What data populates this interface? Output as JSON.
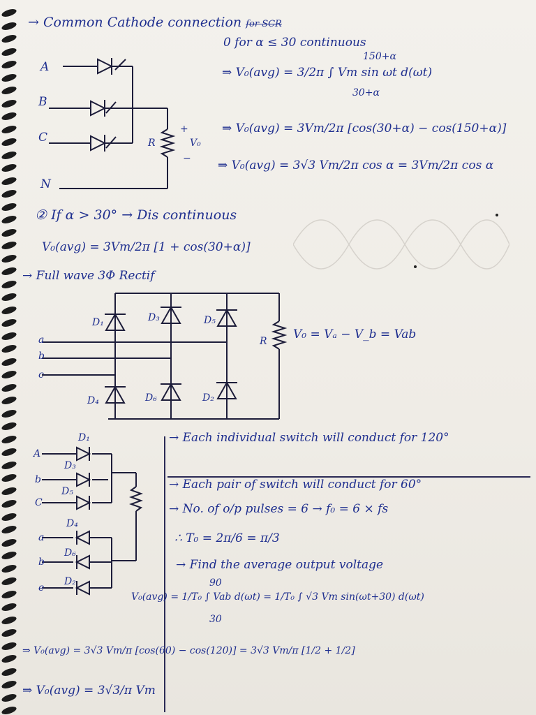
{
  "page": {
    "title": "Common Cathode connection",
    "struck_text": "for SCR",
    "ink_color": "#1f2f8f",
    "paper_color": "#f1efe9"
  },
  "section1": {
    "subtitle": "0 for α ≤ 30 continuous",
    "upper_limit": "150+α",
    "lower_limit": "30+α",
    "eq1": "⇒ V₀(avg) = 3/2π ∫ Vm sin ωt d(ωt)",
    "eq2": "⇒ V₀(avg) = 3Vm/2π [cos(30+α) − cos(150+α)]",
    "eq3": "⇒ V₀(avg) = 3√3 Vm/2π cos α = 3Vm/2π cos α",
    "labels": [
      "A",
      "B",
      "C",
      "N",
      "R",
      "+",
      "V₀",
      "−"
    ]
  },
  "section2": {
    "condition": "② If α > 30° → Dis continuous",
    "eq": "V₀(avg) = 3Vm/2π [1 + cos(30+α)]"
  },
  "section3": {
    "title": "→ Full wave 3Φ Rectif",
    "node_labels": [
      "a",
      "b",
      "c"
    ],
    "diode_labels": [
      "D₁",
      "D₃",
      "D₅",
      "D₄",
      "D₆",
      "D₂"
    ],
    "load_label": "R",
    "eq": "V₀ = Vₐ − V_b = Vab"
  },
  "section4": {
    "circuit_labels": [
      "A",
      "b",
      "C",
      "a",
      "b",
      "e"
    ],
    "diode_labels": [
      "D₁",
      "D₃",
      "D₅",
      "D₄",
      "D₆",
      "D₂"
    ],
    "note1": "→ Each individual switch will conduct for 120°",
    "note2": "→ Each pair of switch will conduct for 60°",
    "note3": "→ No. of o/p pulses = 6 → f₀ = 6 × fs",
    "note4": "∴ T₀ = 2π/6 = π/3",
    "note5": "→ Find the average output voltage",
    "eq1": "V₀(avg) = 1/T₀ ∫ Vab d(ωt) = 1/T₀ ∫ √3 Vm sin(ωt+30) d(ωt)",
    "limit_upper": "90",
    "limit_lower": "30",
    "eq2": "⇒ V₀(avg) = 3√3 Vm/π [cos(60) − cos(120)] = 3√3 Vm/π [1/2 + 1/2]",
    "eq3": "⇒ V₀(avg) = 3√3/π Vm"
  }
}
